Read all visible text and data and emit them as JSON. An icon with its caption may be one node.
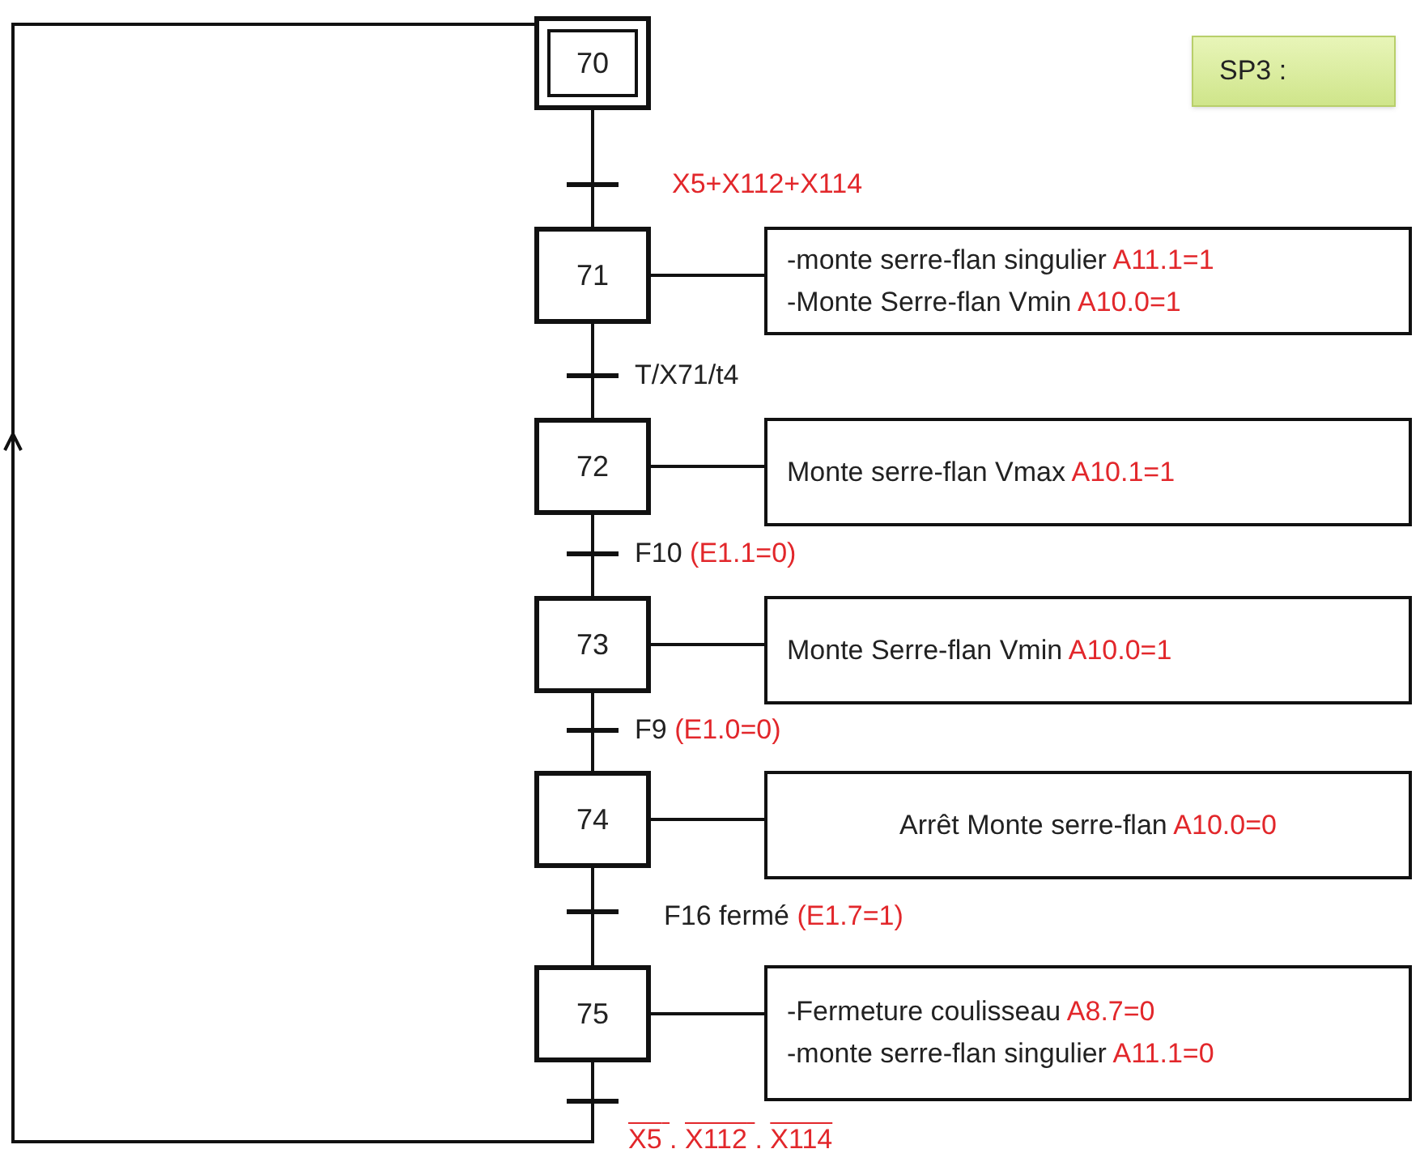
{
  "diagram": {
    "nodes": [
      {
        "text": [
          "70"
        ]
      },
      {
        "text": [
          "71"
        ]
      },
      {
        "text": [
          "-monte serre-flan singulier A11.1=1",
          "-Monte Serre-flan Vmin A10.0=1"
        ]
      },
      {
        "text": [
          "72"
        ]
      },
      {
        "text": [
          "Monte serre-flan Vmax A10.1=1"
        ]
      },
      {
        "text": [
          "73"
        ]
      },
      {
        "text": [
          "Monte Serre-flan Vmin A10.0=1"
        ]
      },
      {
        "text": [
          "74"
        ]
      },
      {
        "text": [
          "Arrêt Monte serre-flan A10.0=0"
        ]
      },
      {
        "text": [
          "75"
        ]
      },
      {
        "text": [
          "-Fermeture coulisseau A8.7=0",
          "-monte serre-flan singulier A11.1=0"
        ]
      },
      {
        "text": [
          "SP3 :"
        ]
      }
    ],
    "edges": [
      {
        "from": 0,
        "to": 1,
        "arrow": "none",
        "label": "X5+X112+X114"
      },
      {
        "from": 1,
        "to": 3,
        "arrow": "none",
        "label": "T/X71/t4"
      },
      {
        "from": 3,
        "to": 5,
        "arrow": "none",
        "label": "F10 (E1.1=0)"
      },
      {
        "from": 5,
        "to": 7,
        "arrow": "none",
        "label": "F9 (E1.0=0)"
      },
      {
        "from": 7,
        "to": 9,
        "arrow": "none",
        "label": "F16 fermé (E1.7=1)"
      },
      {
        "from": 9,
        "to": 0,
        "arrow": "to",
        "label": "X5 . X112 . X114"
      },
      {
        "from": 1,
        "to": 2,
        "arrow": "none"
      },
      {
        "from": 3,
        "to": 4,
        "arrow": "none"
      },
      {
        "from": 5,
        "to": 6,
        "arrow": "none"
      },
      {
        "from": 7,
        "to": 8,
        "arrow": "none"
      },
      {
        "from": 9,
        "to": 10,
        "arrow": "none"
      }
    ]
  }
}
